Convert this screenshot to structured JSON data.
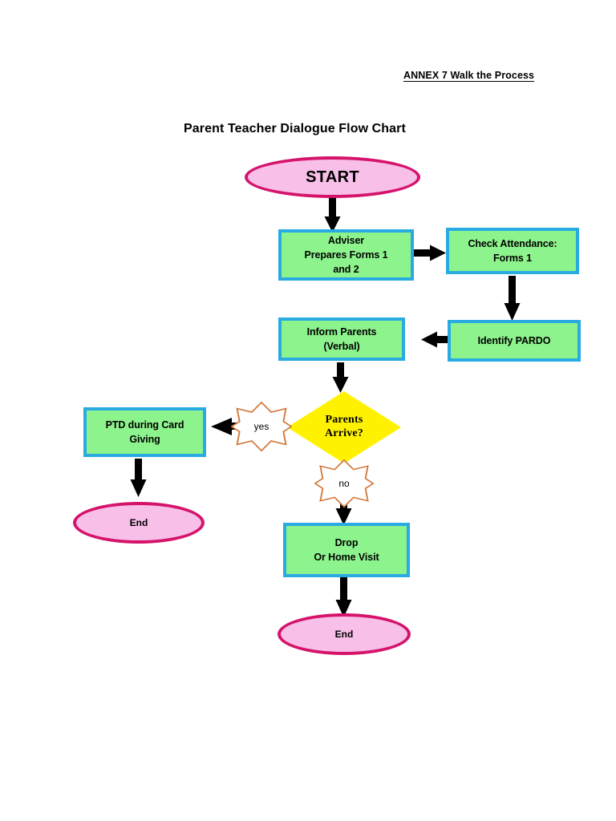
{
  "document": {
    "annex_header": "ANNEX 7 Walk the Process",
    "chart_title": "Parent Teacher Dialogue Flow Chart"
  },
  "colors": {
    "process_fill": "#8DF38D",
    "process_border": "#29ABE2",
    "terminator_fill": "#F8BFE8",
    "terminator_border": "#D5136B",
    "decision_fill": "#FFF200",
    "burst_border": "#D2793C",
    "burst_fill": "#FFFFFF",
    "connector": "#000000",
    "text": "#000000",
    "page_background": "#FFFFFF"
  },
  "chart_data": {
    "type": "diagram",
    "title": "Parent Teacher Dialogue Flow Chart",
    "nodes": [
      {
        "id": "start",
        "shape": "terminator",
        "label": "START"
      },
      {
        "id": "adviser",
        "shape": "process",
        "label": "Adviser\nPrepares Forms 1\nand 2",
        "lines": [
          "Adviser",
          "Prepares Forms 1",
          "and 2"
        ]
      },
      {
        "id": "check",
        "shape": "process",
        "label": "Check Attendance:\nForms 1",
        "lines": [
          "Check Attendance:",
          "Forms 1"
        ]
      },
      {
        "id": "identify",
        "shape": "process",
        "label": "Identify PARDO",
        "lines": [
          "Identify PARDO"
        ]
      },
      {
        "id": "inform",
        "shape": "process",
        "label": "Inform Parents\n(Verbal)",
        "lines": [
          "Inform Parents",
          "(Verbal)"
        ]
      },
      {
        "id": "decision",
        "shape": "decision",
        "label": "Parents\nArrive?",
        "lines": [
          "Parents",
          "Arrive?"
        ]
      },
      {
        "id": "ptd",
        "shape": "process",
        "label": "PTD during Card\nGiving",
        "lines": [
          "PTD during Card",
          "Giving"
        ]
      },
      {
        "id": "end_left",
        "shape": "terminator",
        "label": "End"
      },
      {
        "id": "drop",
        "shape": "process",
        "label": "Drop\nOr Home Visit",
        "lines": [
          "Drop",
          "Or Home Visit"
        ]
      },
      {
        "id": "end_bottom",
        "shape": "terminator",
        "label": "End"
      }
    ],
    "edges": [
      {
        "from": "start",
        "to": "adviser",
        "label": "",
        "direction": "down"
      },
      {
        "from": "adviser",
        "to": "check",
        "label": "",
        "direction": "right"
      },
      {
        "from": "check",
        "to": "identify",
        "label": "",
        "direction": "down"
      },
      {
        "from": "identify",
        "to": "inform",
        "label": "",
        "direction": "left"
      },
      {
        "from": "inform",
        "to": "decision",
        "label": "",
        "direction": "down"
      },
      {
        "from": "decision",
        "to": "ptd",
        "label": "yes",
        "direction": "left"
      },
      {
        "from": "decision",
        "to": "drop",
        "label": "no",
        "direction": "down"
      },
      {
        "from": "ptd",
        "to": "end_left",
        "label": "",
        "direction": "down"
      },
      {
        "from": "drop",
        "to": "end_bottom",
        "label": "",
        "direction": "down"
      }
    ],
    "edge_labels": [
      "yes",
      "no"
    ]
  }
}
